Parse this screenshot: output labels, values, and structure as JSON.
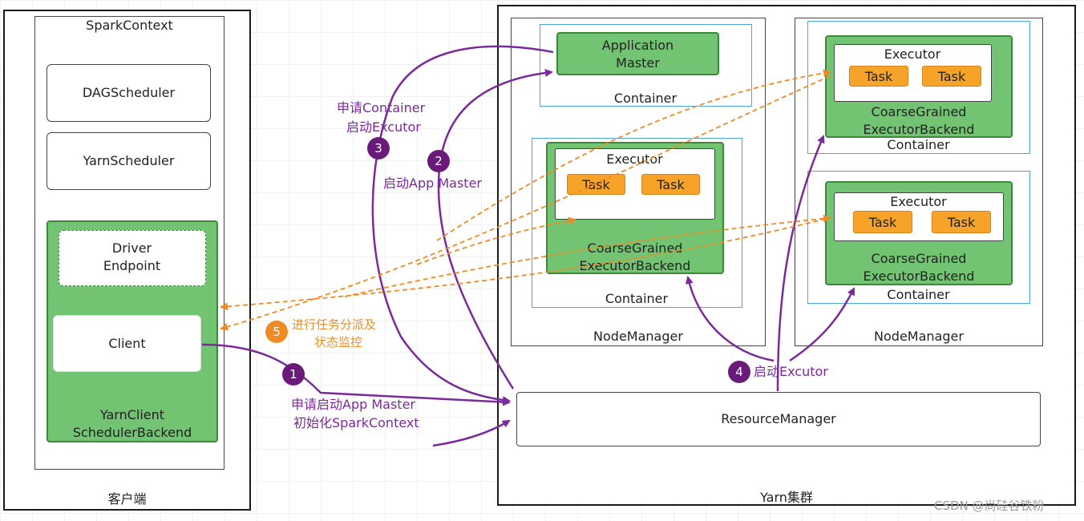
{
  "client_side": {
    "title": "客户端",
    "spark_context": "SparkContext",
    "dag_scheduler": "DAGScheduler",
    "yarn_scheduler": "YarnScheduler",
    "driver_endpoint": [
      "Driver",
      "Endpoint"
    ],
    "client": "Client",
    "backend": [
      "YarnClient",
      "SchedulerBackend"
    ]
  },
  "yarn_cluster": {
    "title": "Yarn集群",
    "resource_manager": "ResourceManager",
    "node_manager_left": "NodeManager",
    "node_manager_right": "NodeManager",
    "app_master": [
      "Application",
      "Master"
    ],
    "containers": [
      "Container",
      "Container",
      "Container",
      "Container"
    ],
    "executor_label": "Executor",
    "task_label": "Task",
    "backend_label": [
      "CoarseGrained",
      "ExecutorBackend"
    ]
  },
  "steps": {
    "s1": {
      "num": "1",
      "lines": [
        "申请启动App Master",
        "初始化SparkContext"
      ]
    },
    "s2": {
      "num": "2",
      "text": "启动App Master"
    },
    "s3": {
      "num": "3",
      "lines": [
        "申请Container",
        "启动Excutor"
      ]
    },
    "s4": {
      "num": "4",
      "text": "启动Excutor"
    },
    "s5": {
      "num": "5",
      "lines": [
        "进行任务分派及",
        "状态监控"
      ]
    }
  },
  "watermark": "CSDN @尚硅谷铁粉",
  "colors": {
    "green": "#72c472",
    "task": "#f7a32a",
    "purple": "#7a2a9a",
    "orange": "#f08a24",
    "container_border": "#4aa8d8"
  }
}
